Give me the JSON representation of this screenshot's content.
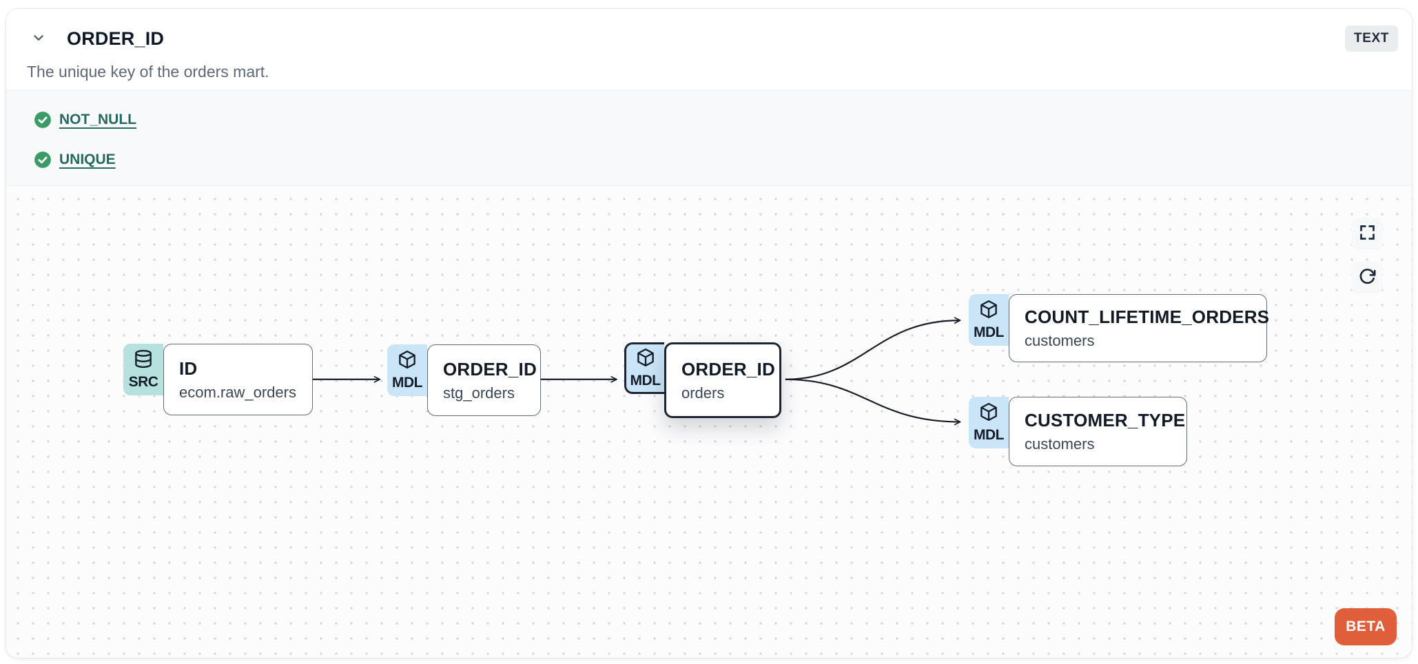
{
  "header": {
    "title": "ORDER_ID",
    "type_badge": "TEXT",
    "description": "The unique key of the orders mart."
  },
  "tests": [
    {
      "label": "NOT_NULL",
      "status": "pass",
      "status_color": "#3a9b66"
    },
    {
      "label": "UNIQUE",
      "status": "pass",
      "status_color": "#3a9b66"
    }
  ],
  "canvas": {
    "nodes": [
      {
        "badge": "SRC",
        "icon": "database-icon",
        "label": "ID",
        "sublabel": "ecom.raw_orders",
        "selected": false
      },
      {
        "badge": "MDL",
        "icon": "cube-icon",
        "label": "ORDER_ID",
        "sublabel": "stg_orders",
        "selected": false
      },
      {
        "badge": "MDL",
        "icon": "cube-icon",
        "label": "ORDER_ID",
        "sublabel": "orders",
        "selected": true
      },
      {
        "badge": "MDL",
        "icon": "cube-icon",
        "label": "COUNT_LIFETIME_ORDERS",
        "sublabel": "customers",
        "selected": false
      },
      {
        "badge": "MDL",
        "icon": "cube-icon",
        "label": "CUSTOMER_TYPE",
        "sublabel": "customers",
        "selected": false
      }
    ],
    "edges": [
      {
        "from": "ID (ecom.raw_orders)",
        "to": "ORDER_ID (stg_orders)"
      },
      {
        "from": "ORDER_ID (stg_orders)",
        "to": "ORDER_ID (orders)"
      },
      {
        "from": "ORDER_ID (orders)",
        "to": "COUNT_LIFETIME_ORDERS (customers)"
      },
      {
        "from": "ORDER_ID (orders)",
        "to": "CUSTOMER_TYPE (customers)"
      }
    ],
    "beta_label": "BETA"
  },
  "colors": {
    "src_badge": "#b7e1dd",
    "mdl_badge": "#cbe5f8",
    "selected_border": "#1c2433",
    "edge": "#171d27",
    "test_link": "#26695e",
    "check_green": "#3a9b66",
    "beta_orange": "#e05f3a"
  }
}
